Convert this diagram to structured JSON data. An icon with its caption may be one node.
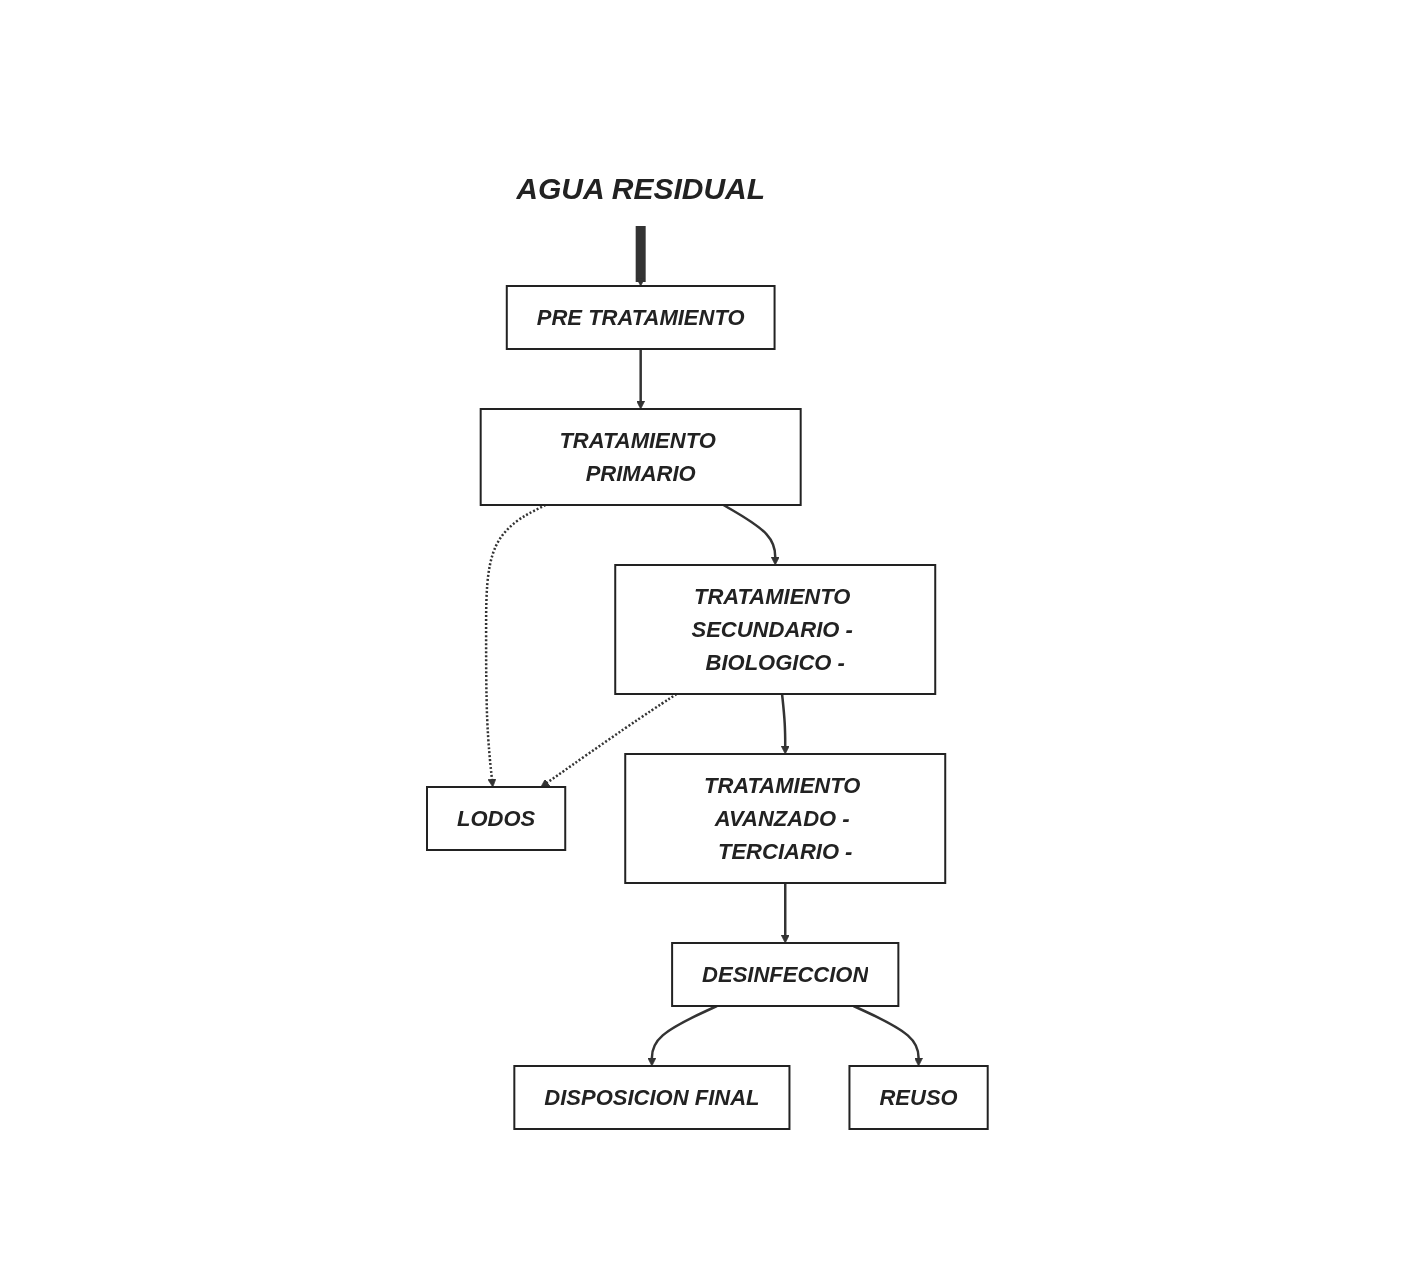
{
  "diagram": {
    "nodes": [
      {
        "text": [
          "AGUA RESIDUAL"
        ]
      },
      {
        "text": [
          "PRE TRATAMIENTO"
        ]
      },
      {
        "text": [
          "TRATAMIENTO PRIMARIO"
        ]
      },
      {
        "text": [
          "LODOS"
        ]
      },
      {
        "text": [
          "TRATAMIENTO SECUNDARIO - BIOLOGICO -"
        ]
      },
      {
        "text": [
          "DISPOSICION FINAL"
        ]
      },
      {
        "text": [
          "TRATAMIENTO AVANZADO - TERCIARIO -"
        ]
      },
      {
        "text": [
          "DESINFECCION"
        ]
      },
      {
        "text": [
          "REUSO"
        ]
      }
    ],
    "edges": [
      {
        "from": 0,
        "to": 1,
        "arrow": "to",
        "style": "thick"
      },
      {
        "from": 1,
        "to": 2,
        "arrow": "to"
      },
      {
        "from": 2,
        "to": 3,
        "arrow": "to",
        "style": "dashed"
      },
      {
        "from": 2,
        "to": 4,
        "arrow": "to"
      },
      {
        "from": 4,
        "to": 3,
        "arrow": "to",
        "style": "dashed"
      },
      {
        "from": 4,
        "to": 6,
        "arrow": "to"
      },
      {
        "from": 6,
        "to": 7,
        "arrow": "to"
      },
      {
        "from": 7,
        "to": 5,
        "arrow": "to"
      },
      {
        "from": 7,
        "to": 8,
        "arrow": "to"
      }
    ]
  }
}
